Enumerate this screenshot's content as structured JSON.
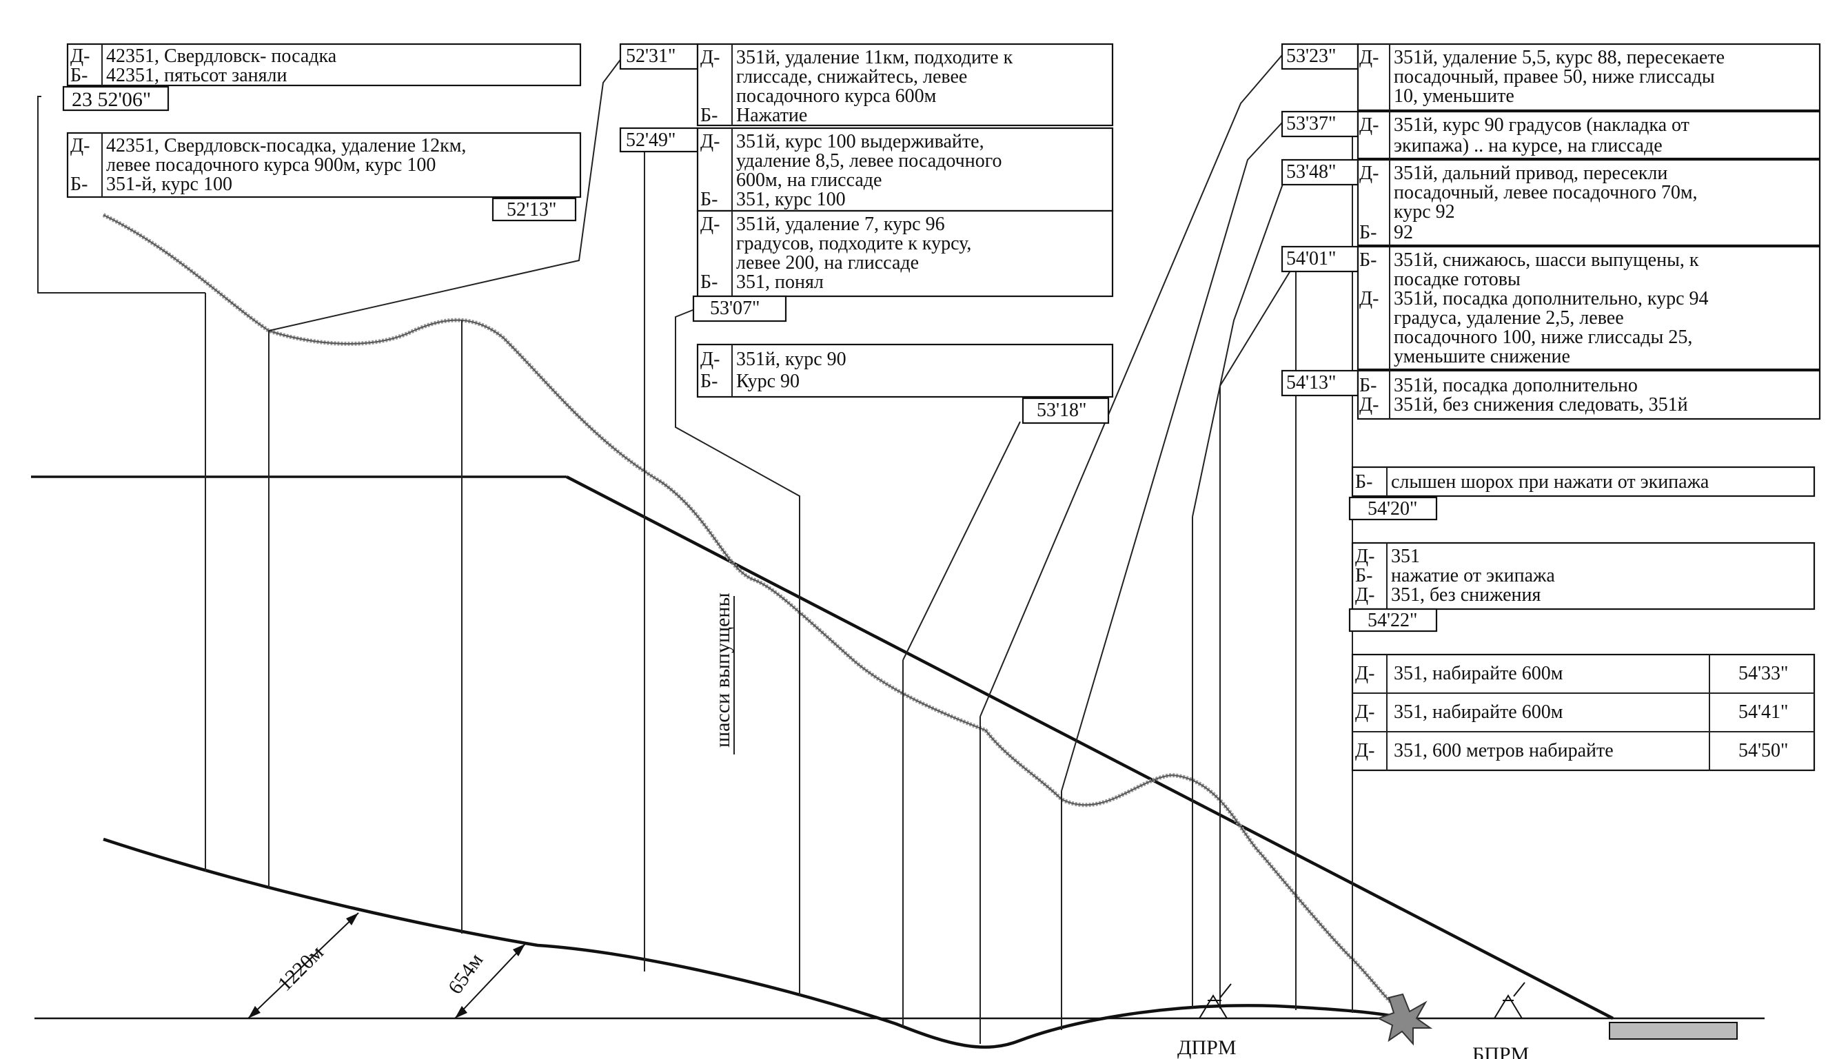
{
  "boxes": {
    "b1": {
      "lines": [
        [
          "Д-",
          "42351, Свердловск- посадка"
        ],
        [
          "Б-",
          "42351, пятьсот заняли"
        ]
      ],
      "time": "23 52'06\""
    },
    "b2": {
      "lines": [
        [
          "Д-",
          "42351, Свердловск-посадка, удаление 12км,"
        ],
        [
          "",
          "левее посадочного курса 900м, курс 100"
        ],
        [
          "Б-",
          "351-й, курс 100"
        ]
      ],
      "time": "52'13\""
    },
    "b3": {
      "time": "52'31\"",
      "lines": [
        [
          "Д-",
          "351й, удаление 11км, подходите к"
        ],
        [
          "",
          "глиссаде, снижайтесь, левее"
        ],
        [
          "",
          "посадочного курса 600м"
        ],
        [
          "Б-",
          "Нажатие"
        ]
      ]
    },
    "b4": {
      "time": "52'49\"",
      "lines": [
        [
          "Д-",
          "351й, курс 100 выдерживайте,"
        ],
        [
          "",
          "удаление 8,5, левее посадочного"
        ],
        [
          "",
          "600м, на глиссаде"
        ],
        [
          "Б-",
          "351, курс 100"
        ]
      ]
    },
    "b5": {
      "lines": [
        [
          "Д-",
          "351й, удаление 7, курс 96"
        ],
        [
          "",
          "градусов, подходите к курсу,"
        ],
        [
          "",
          "левее 200, на глиссаде"
        ],
        [
          "Б-",
          "351, понял"
        ]
      ],
      "time": "53'07\""
    },
    "b6": {
      "lines": [
        [
          "Д-",
          "351й, курс 90"
        ],
        [
          "Б-",
          "Курс 90"
        ]
      ],
      "time": "53'18\""
    },
    "b7": {
      "time": "53'23\"",
      "lines": [
        [
          "Д-",
          "351й, удаление 5,5, курс 88, пересекаете"
        ],
        [
          "",
          "посадочный, правее 50, ниже глиссады"
        ],
        [
          "",
          "10, уменьшите"
        ]
      ]
    },
    "b8": {
      "time": "53'37\"",
      "lines": [
        [
          "Д-",
          "351й, курс 90 градусов (накладка от"
        ],
        [
          "",
          "экипажа) .. на курсе, на глиссаде"
        ]
      ]
    },
    "b9": {
      "time": "53'48\"",
      "lines": [
        [
          "Д-",
          "351й, дальний привод, пересекли"
        ],
        [
          "",
          "посадочный, левее посадочного 70м,"
        ],
        [
          "",
          "курс 92"
        ],
        [
          "Б-",
          "92"
        ]
      ]
    },
    "b10": {
      "time": "54'01\"",
      "lines": [
        [
          "Б-",
          "351й, снижаюсь, шасси выпущены, к"
        ],
        [
          "",
          "посадке готовы"
        ],
        [
          "Д-",
          "351й, посадка дополнительно, курс 94"
        ],
        [
          "",
          "градуса, удаление 2,5, левее"
        ],
        [
          "",
          "посадочного 100, ниже глиссады 25,"
        ],
        [
          "",
          "уменьшите снижение"
        ]
      ]
    },
    "b11": {
      "time": "54'13\"",
      "lines": [
        [
          "Б-",
          "351й, посадка дополнительно"
        ],
        [
          "Д-",
          "351й, без снижения следовать, 351й"
        ]
      ]
    },
    "b12": {
      "lines": [
        [
          "Б-",
          "слышен шорох при нажати от экипажа"
        ]
      ],
      "time": "54'20\""
    },
    "b13": {
      "lines": [
        [
          "Д-",
          "351"
        ],
        [
          "Б-",
          "нажатие от экипажа"
        ],
        [
          "Д-",
          "351, без снижения"
        ]
      ],
      "time": "54'22\""
    },
    "b14": {
      "rows": [
        [
          "Д-",
          "351, набирайте 600м",
          "54'33\""
        ],
        [
          "Д-",
          "351, набирайте 600м",
          "54'41\""
        ],
        [
          "Д-",
          "351, 600 метров набирайте",
          "54'50\""
        ]
      ]
    }
  },
  "labels": {
    "gear": "шасси выпущены",
    "dim1": "1220м",
    "dim2": "654м",
    "dprm": "ДПРМ",
    "bprm": "БПРМ"
  }
}
